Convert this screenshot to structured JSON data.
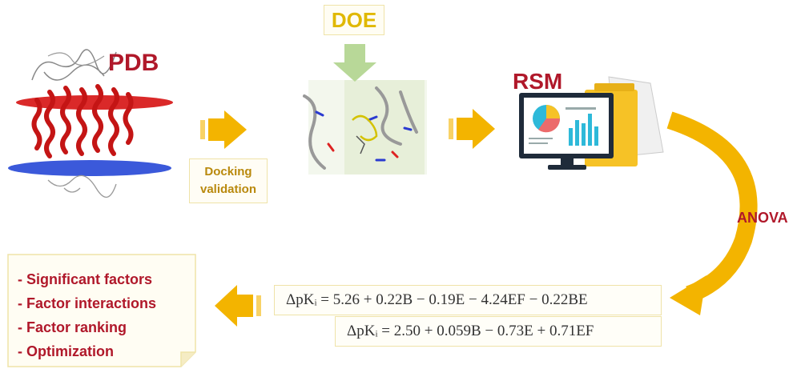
{
  "labels": {
    "pdb": "PDB",
    "doe": "DOE",
    "rsm": "RSM",
    "docking_line1": "Docking",
    "docking_line2": "validation",
    "anova": "ANOVA"
  },
  "equations": {
    "eq1": "ΔpKᵢ  =  5.26 + 0.22B − 0.19E − 4.24EF − 0.22BE",
    "eq2": "ΔpKᵢ  =  2.50 + 0.059B − 0.73E + 0.71EF"
  },
  "outcomes": [
    "Significant factors",
    "Factor interactions",
    "Factor ranking",
    "Optimization"
  ],
  "colors": {
    "arrow": "#f3b400",
    "title_red": "#b0182a",
    "doe_text": "#e0b800",
    "box_border": "#efe3a8"
  }
}
